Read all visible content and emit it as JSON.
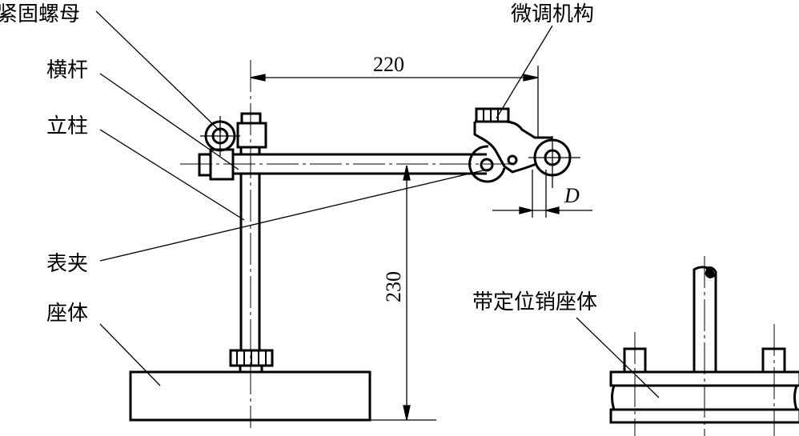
{
  "labels": {
    "lock_nut": "紧固螺母",
    "crossbar": "横杆",
    "column": "立柱",
    "gauge_clamp": "表夹",
    "base": "座体",
    "fine_adjust": "微调机构",
    "pin_base": "带定位销座体"
  },
  "dimensions": {
    "horizontal": "220",
    "vertical": "230",
    "offset": "D"
  }
}
